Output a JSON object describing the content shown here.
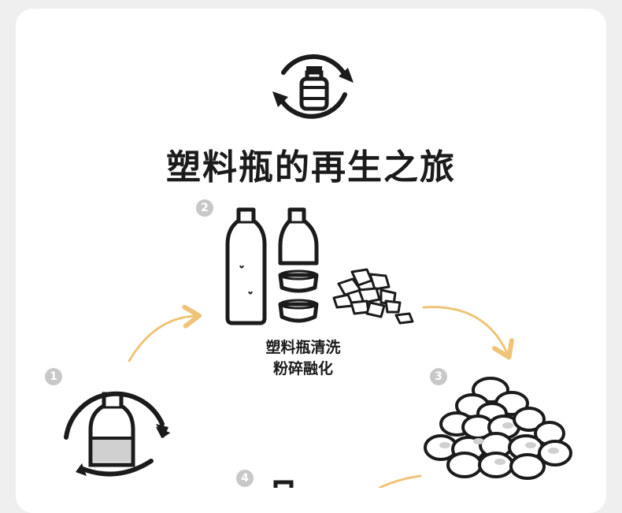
{
  "page": {
    "title": "塑料瓶的再生之旅",
    "caption_line1": "塑料瓶清洗",
    "caption_line2": "粉碎融化"
  },
  "steps": [
    "1",
    "2",
    "3",
    "4"
  ],
  "icons": [
    "recycle-bottle-icon",
    "bottle-icon",
    "cut-bottle-icon",
    "plastic-flakes-icon",
    "pellets-pile-icon",
    "recycled-bottle-icon",
    "arrow-icon"
  ],
  "colors": {
    "background": "#efefef",
    "card": "#ffffff",
    "ink": "#1b1b1b",
    "arrow": "#efc478",
    "step_badge": "#c8c8c8",
    "fill_gray": "#d0d0d0"
  }
}
